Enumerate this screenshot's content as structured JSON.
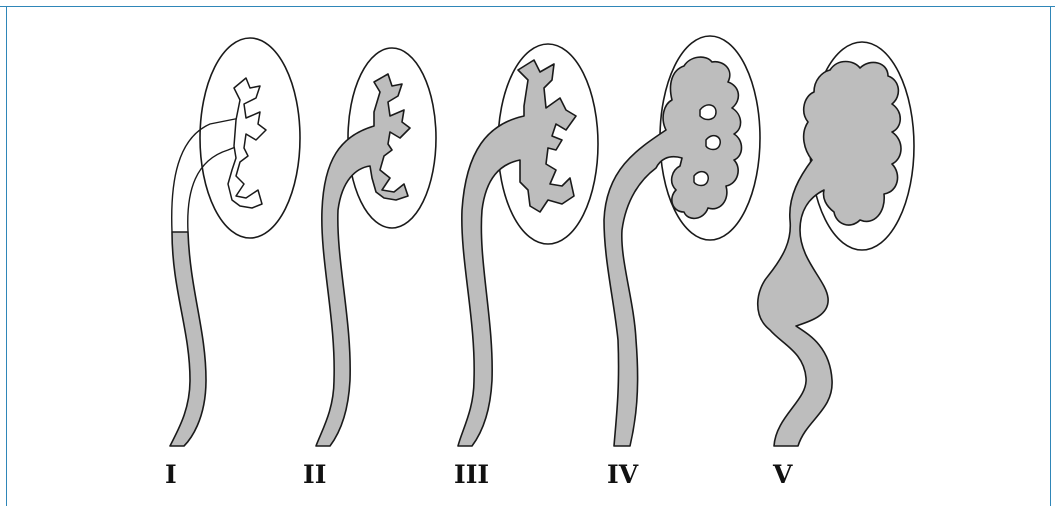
{
  "grades": [
    {
      "label": "I"
    },
    {
      "label": "II"
    },
    {
      "label": "III"
    },
    {
      "label": "IV"
    },
    {
      "label": "V"
    }
  ],
  "colors": {
    "frame": "#2f86b8",
    "contrast_fill": "#bdbdbd",
    "outline": "#1a1a1a"
  }
}
